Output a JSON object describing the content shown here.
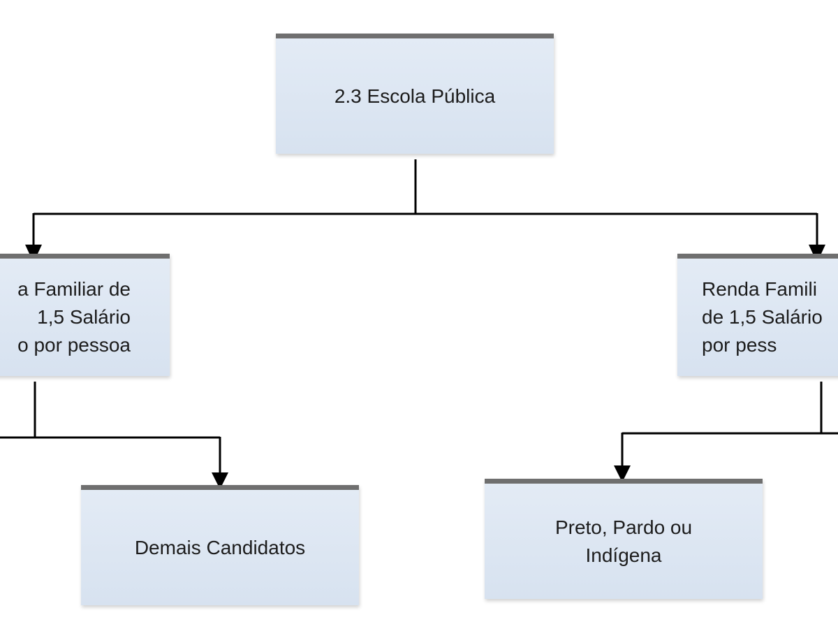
{
  "diagram": {
    "nodes": {
      "root": "2.3 Escola Pública",
      "left_income": "a Familiar de\n1,5 Salário\no por pessoa",
      "right_income": "Renda Famili\nde 1,5 Salário\npor pess",
      "demais": "Demais Candidatos",
      "ppi": "Preto, Pardo ou\nIndígena"
    },
    "colors": {
      "box_fill": "#dde6f2",
      "box_top_border": "#6f6f6f",
      "connector": "#000000"
    }
  }
}
